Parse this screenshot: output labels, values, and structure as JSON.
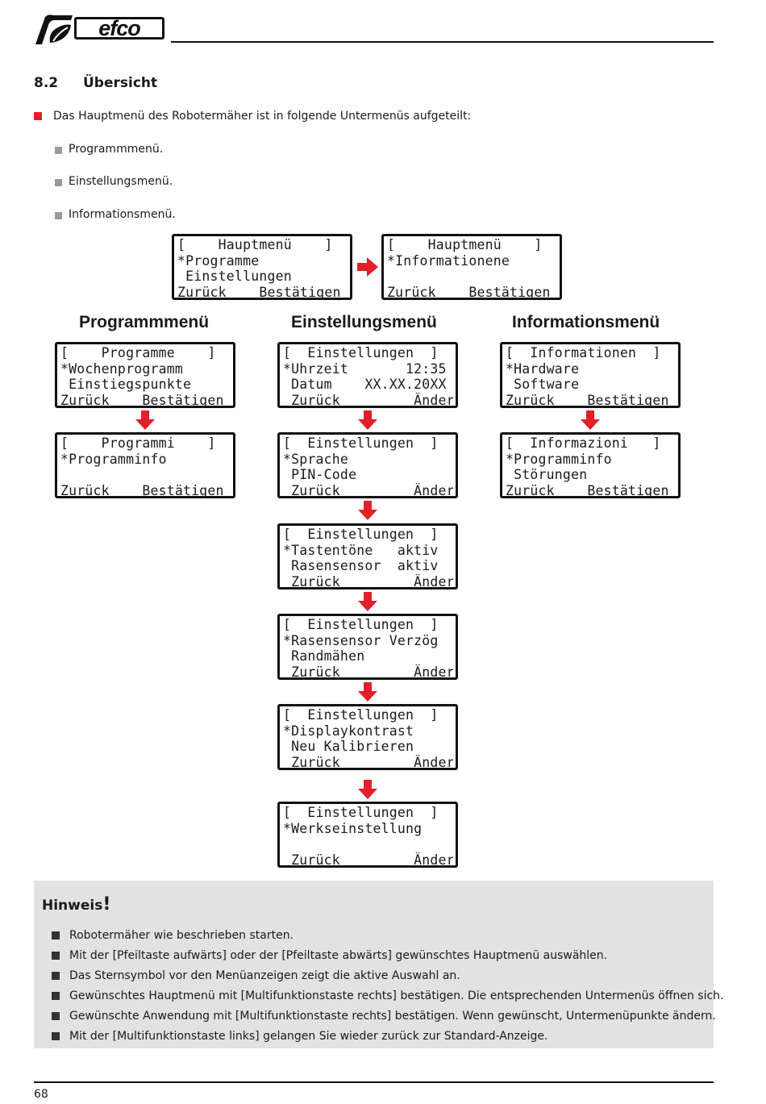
{
  "header": {
    "brand": "efco"
  },
  "section": {
    "number": "8.2",
    "title": "Übersicht"
  },
  "intro": "Das Hauptmenü des Robotermäher ist in folgende Untermenüs aufgeteilt:",
  "submenus": [
    "Programmmenü.",
    "Einstellungsmenü.",
    "Informationsmenü."
  ],
  "main_menu_screens": [
    {
      "lines": [
        "[    Hauptmenü    ]",
        "*Programme",
        " Einstellungen",
        "Zurück    Bestätigen"
      ]
    },
    {
      "lines": [
        "[    Hauptmenü    ]",
        "*Informationene",
        "",
        "Zurück    Bestätigen"
      ]
    }
  ],
  "columns": {
    "program": {
      "heading": "Programmmenü",
      "screens": [
        {
          "lines": [
            "[    Programme    ]",
            "*Wochenprogramm",
            " Einstiegspunkte",
            "Zurück    Bestätigen"
          ]
        },
        {
          "lines": [
            "[    Programmi    ]",
            "*Programminfo",
            "",
            "Zurück    Bestätigen"
          ]
        }
      ]
    },
    "settings": {
      "heading": "Einstellungsmenü",
      "screens": [
        {
          "lines": [
            "[  Einstellungen  ]",
            "*Uhrzeit       12:35",
            " Datum    XX.XX.20XX",
            " Zurück         Ändern"
          ]
        },
        {
          "lines": [
            "[  Einstellungen  ]",
            "*Sprache",
            " PIN-Code",
            " Zurück         Ändern"
          ]
        },
        {
          "lines": [
            "[  Einstellungen  ]",
            "*Tastentöne   aktiv",
            " Rasensensor  aktiv",
            " Zurück         Ändern"
          ]
        },
        {
          "lines": [
            "[  Einstellungen  ]",
            "*Rasensensor Verzög",
            " Randmähen",
            " Zurück         Ändern"
          ]
        },
        {
          "lines": [
            "[  Einstellungen  ]",
            "*Displaykontrast",
            " Neu Kalibrieren",
            " Zurück         Ändern"
          ]
        },
        {
          "lines": [
            "[  Einstellungen  ]",
            "*Werkseinstellung",
            "",
            " Zurück         Ändern"
          ]
        }
      ]
    },
    "info": {
      "heading": "Informationsmenü",
      "screens": [
        {
          "lines": [
            "[  Informationen  ]",
            "*Hardware",
            " Software",
            "Zurück    Bestätigen"
          ]
        },
        {
          "lines": [
            "[  Informazioni   ]",
            "*Programminfo",
            " Störungen",
            "Zurück    Bestätigen"
          ]
        }
      ]
    }
  },
  "note": {
    "title": "Hinweis",
    "items": [
      "Robotermäher wie beschrieben starten.",
      "Mit der [Pfeiltaste aufwärts] oder der [Pfeiltaste abwärts] gewünschtes Hauptmenü auswählen.",
      "Das Sternsymbol vor den Menüanzeigen zeigt die aktive Auswahl an.",
      "Gewünschtes Hauptmenü mit [Multifunktionstaste rechts] bestätigen. Die entsprechenden Untermenüs öffnen sich.",
      "Gewünschte Anwendung mit [Multifunktionstaste rechts] bestätigen. Wenn gewünscht, Untermenüpunkte ändern.",
      "Mit der [Multifunktionstaste links] gelangen Sie wieder zurück zur Standard-Anzeige."
    ]
  },
  "page_number": "68",
  "colors": {
    "accent_red": "#e0202a",
    "note_bg": "#e2e2e2"
  },
  "icons": [
    "brand-leaf-icon",
    "arrow-down-icon",
    "arrow-right-icon"
  ]
}
